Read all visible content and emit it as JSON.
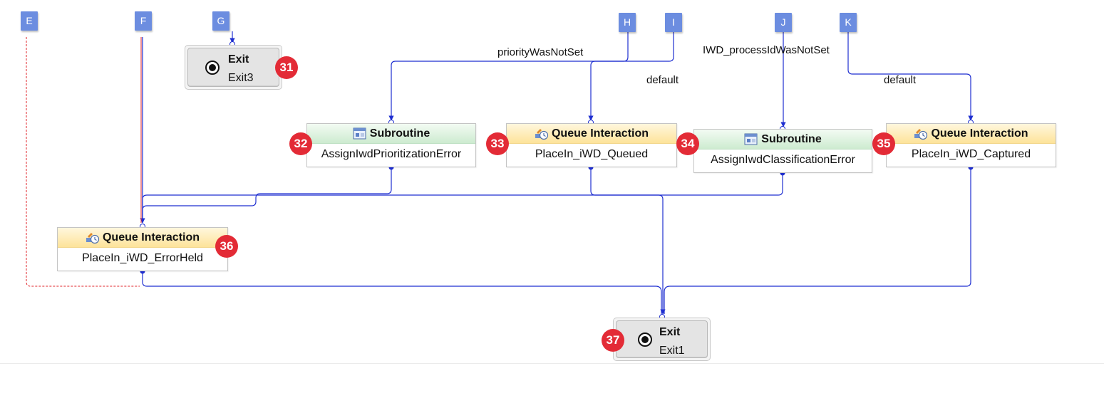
{
  "connectors": [
    {
      "id": "e",
      "label": "E"
    },
    {
      "id": "f",
      "label": "F"
    },
    {
      "id": "g",
      "label": "G"
    },
    {
      "id": "h",
      "label": "H"
    },
    {
      "id": "i",
      "label": "I"
    },
    {
      "id": "j",
      "label": "J"
    },
    {
      "id": "k",
      "label": "K"
    }
  ],
  "edge_labels": {
    "priority": "priorityWasNotSet",
    "default1": "default",
    "process": "IWD_processIdWasNotSet",
    "default2": "default"
  },
  "nodes": {
    "exit31": {
      "title": "Exit",
      "name": "Exit3",
      "badge": "31",
      "icon": "exit-icon"
    },
    "sub32": {
      "title": "Subroutine",
      "name": "AssignIwdPrioritizationError",
      "badge": "32",
      "icon": "subroutine-icon"
    },
    "q33": {
      "title": "Queue Interaction",
      "name": "PlaceIn_iWD_Queued",
      "badge": "33",
      "icon": "queue-interaction-icon"
    },
    "sub34": {
      "title": "Subroutine",
      "name": "AssignIwdClassificationError",
      "badge": "34",
      "icon": "subroutine-icon"
    },
    "q35": {
      "title": "Queue Interaction",
      "name": "PlaceIn_iWD_Captured",
      "badge": "35",
      "icon": "queue-interaction-icon"
    },
    "q36": {
      "title": "Queue Interaction",
      "name": "PlaceIn_iWD_ErrorHeld",
      "badge": "36",
      "icon": "queue-interaction-icon"
    },
    "exit37": {
      "title": "Exit",
      "name": "Exit1",
      "badge": "37",
      "icon": "exit-icon"
    }
  },
  "colors": {
    "connector": "#6c8de0",
    "wire": "#1f2fd0",
    "error_wire": "#e0262b",
    "badge": "#e32b36",
    "subroutine_header": "#cdebd0",
    "queue_header": "#fde39a"
  }
}
